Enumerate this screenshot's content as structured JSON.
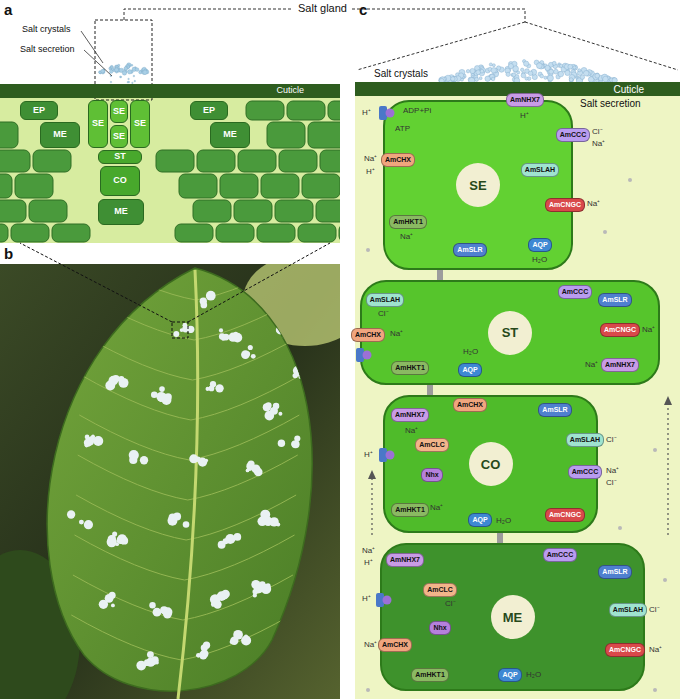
{
  "diagram": {
    "nodes": [
      {
        "text": [
          "Cuticle"
        ]
      },
      {
        "text": [
          "EP"
        ]
      },
      {
        "text": [
          "EP"
        ]
      },
      {
        "text": [
          "ME"
        ]
      },
      {
        "text": [
          "SE"
        ]
      },
      {
        "text": [
          "SE"
        ]
      },
      {
        "text": [
          "SE"
        ]
      },
      {
        "text": [
          "SE"
        ]
      },
      {
        "text": [
          "ME"
        ]
      },
      {
        "text": [
          "ST"
        ]
      },
      {
        "text": [
          "CO"
        ]
      },
      {
        "text": [
          "ME"
        ]
      },
      {
        "text": [
          "Cuticle"
        ]
      },
      {
        "text": [
          "SE"
        ]
      },
      {
        "text": [
          "AmNHX7"
        ],
        "in": 13
      },
      {
        "text": [
          "AmCCC"
        ],
        "in": 13
      },
      {
        "text": [
          "AmSLAH"
        ],
        "in": 13
      },
      {
        "text": [
          "AmCNGC"
        ],
        "in": 13
      },
      {
        "text": [
          "AmCHX"
        ],
        "in": 13
      },
      {
        "text": [
          "AmHKT1"
        ],
        "in": 13
      },
      {
        "text": [
          "AmSLR"
        ],
        "in": 13
      },
      {
        "text": [
          "AQP"
        ],
        "in": 13
      },
      {
        "text": [
          "ST"
        ]
      },
      {
        "text": [
          "AmCCC"
        ],
        "in": 22
      },
      {
        "text": [
          "AmSLAH"
        ],
        "in": 22
      },
      {
        "text": [
          "AmSLR"
        ],
        "in": 22
      },
      {
        "text": [
          "AmCHX"
        ],
        "in": 22
      },
      {
        "text": [
          "AmCNGC"
        ],
        "in": 22
      },
      {
        "text": [
          "AmHKT1"
        ],
        "in": 22
      },
      {
        "text": [
          "AQP"
        ],
        "in": 22
      },
      {
        "text": [
          "AmNHX7"
        ],
        "in": 22
      },
      {
        "text": [
          "CO"
        ]
      },
      {
        "text": [
          "AmNHX7"
        ],
        "in": 31
      },
      {
        "text": [
          "AmCHX"
        ],
        "in": 31
      },
      {
        "text": [
          "AmSLR"
        ],
        "in": 31
      },
      {
        "text": [
          "AmCLC"
        ],
        "in": 31
      },
      {
        "text": [
          "AmSLAH"
        ],
        "in": 31
      },
      {
        "text": [
          "Nhx"
        ],
        "in": 31
      },
      {
        "text": [
          "AmCCC"
        ],
        "in": 31
      },
      {
        "text": [
          "AmHKT1"
        ],
        "in": 31
      },
      {
        "text": [
          "AQP"
        ],
        "in": 31
      },
      {
        "text": [
          "AmCNGC"
        ],
        "in": 31
      },
      {
        "text": [
          "ME"
        ]
      },
      {
        "text": [
          "AmNHX7"
        ],
        "in": 42
      },
      {
        "text": [
          "AmCCC"
        ],
        "in": 42
      },
      {
        "text": [
          "AmCLC"
        ],
        "in": 42
      },
      {
        "text": [
          "AmSLR"
        ],
        "in": 42
      },
      {
        "text": [
          "Nhx"
        ],
        "in": 42
      },
      {
        "text": [
          "AmSLAH"
        ],
        "in": 42
      },
      {
        "text": [
          "AmCHX"
        ],
        "in": 42
      },
      {
        "text": [
          "AmCNGC"
        ],
        "in": 42
      },
      {
        "text": [
          "AmHKT1"
        ],
        "in": 42
      },
      {
        "text": [
          "AQP"
        ],
        "in": 42
      }
    ],
    "edges": [
      {
        "from": 13,
        "to": 22,
        "arrow": "none"
      },
      {
        "from": 22,
        "to": 31,
        "arrow": "none"
      },
      {
        "from": 31,
        "to": 42,
        "arrow": "none"
      }
    ],
    "labels": [
      "a",
      "Salt gland",
      "Salt crystals",
      "Salt secretion",
      "b",
      "c",
      "Salt crystals",
      "Salt secretion",
      "H⁺",
      "ADP+Pi",
      "ATP",
      "H⁺",
      "Cl⁻",
      "Na⁺",
      "Na⁺",
      "Na⁺",
      "H⁺",
      "Na⁺",
      "H₂O",
      "Cl⁻",
      "Na⁺",
      "H₂O",
      "Na⁺",
      "Na⁺",
      "H⁺",
      "Na⁺",
      "Cl⁻",
      "Na⁺",
      "Cl⁻",
      "H₂O",
      "Na⁺",
      "Na⁺",
      "H⁺",
      "H⁺",
      "Cl⁻",
      "Cl⁻",
      "Na⁺",
      "Na⁺",
      "H₂O"
    ]
  }
}
